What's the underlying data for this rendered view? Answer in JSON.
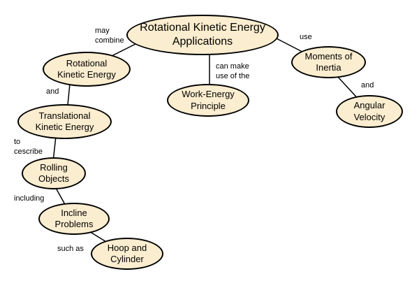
{
  "colors": {
    "node_fill": "#fbedcf",
    "stroke": "#000000",
    "background": "#ffffff"
  },
  "nodes": {
    "root": "Rotational Kinetic Energy\nApplications",
    "rotational_ke": "Rotational\nKinetic Energy",
    "translational_ke": "Translational\nKinetic Energy",
    "rolling_objects": "Rolling\nObjects",
    "incline_problems": "Incline\nProblems",
    "hoop_cylinder": "Hoop and\nCylinder",
    "work_energy": "Work-Energy\nPrinciple",
    "moments_inertia": "Moments of\nInertia",
    "angular_velocity": "Angular\nVelocity"
  },
  "links": {
    "may_combine": "may\ncombine",
    "and_1": "and",
    "to_describe": "to\ncescribe",
    "including": "including",
    "such_as": "such as",
    "can_make_use": "can make\nuse of the",
    "use": "use",
    "and_2": "and"
  }
}
